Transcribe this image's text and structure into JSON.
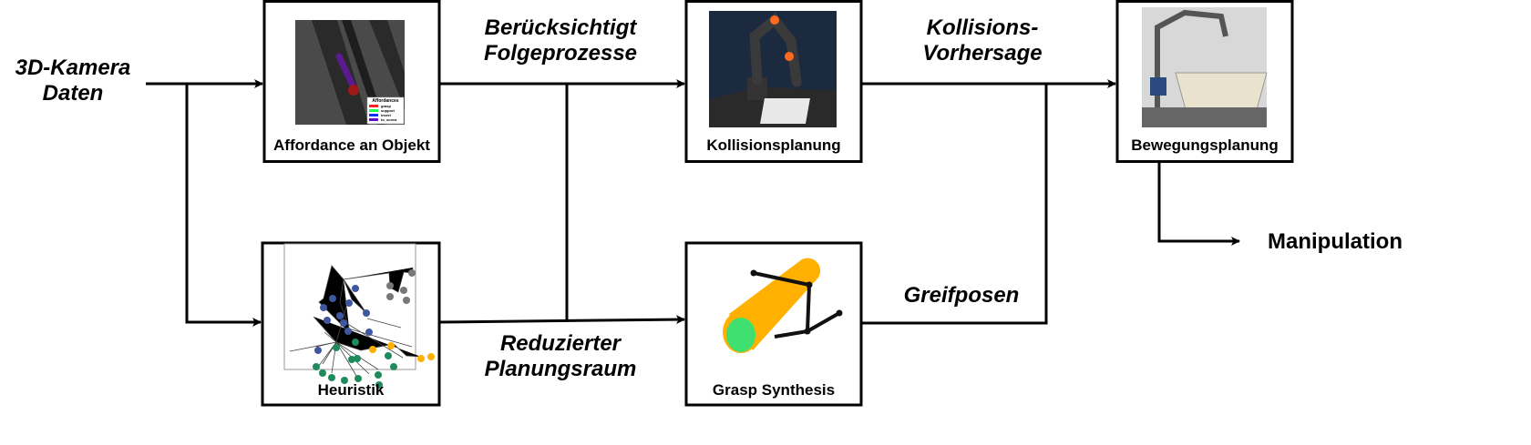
{
  "input": {
    "line1": "3D-Kamera",
    "line2": "Daten"
  },
  "output": "Manipulation",
  "boxes": {
    "affordance": {
      "label": "Affordance an Objekt",
      "legend": {
        "title": "Affordances",
        "items": [
          {
            "label": "grasp",
            "color": "#ff2020"
          },
          {
            "label": "support",
            "color": "#20ff50"
          },
          {
            "label": "insert",
            "color": "#1030ff"
          },
          {
            "label": "to_screw",
            "color": "#6010c0"
          }
        ]
      }
    },
    "heuristik": {
      "label": "Heuristik"
    },
    "kollision": {
      "label": "Kollisionsplanung"
    },
    "grasp": {
      "label": "Grasp Synthesis"
    },
    "bewegung": {
      "label": "Bewegungsplanung"
    }
  },
  "edges": {
    "folge": {
      "line1": "Berücksichtigt",
      "line2": "Folgeprozesse"
    },
    "reduziert": {
      "line1": "Reduzierter",
      "line2": "Planungsraum"
    },
    "kollvor": {
      "line1": "Kollisions-",
      "line2": "Vorhersage"
    },
    "greif": "Greifposen"
  },
  "colors": {
    "graph_blue": "#3f56a0",
    "graph_green": "#1f8a5c",
    "graph_gray": "#777777",
    "graph_orange": "#ffb000",
    "cylinder": "#ffb000",
    "cap": "#40e070"
  }
}
